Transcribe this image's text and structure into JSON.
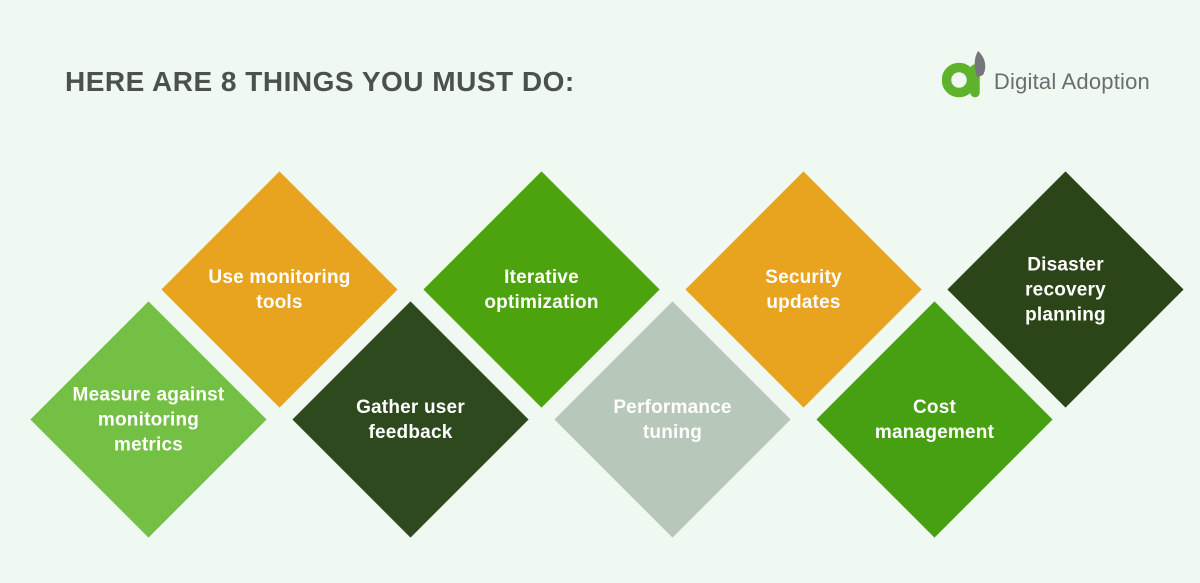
{
  "header": {
    "title": "HERE ARE 8 THINGS YOU MUST DO:"
  },
  "logo": {
    "text": "Digital Adoption",
    "icon": "digital-adoption-a-leaf-icon",
    "icon_green": "#5fb32c",
    "icon_gray": "#75777a",
    "text_color": "#6b6d70"
  },
  "colors": {
    "background": "#eff8f1",
    "title_text": "#4d514e",
    "diamond_text": "#ffffff"
  },
  "diamonds": {
    "count": 8,
    "items": [
      {
        "label": "Measure against\nmonitoring\nmetrics",
        "color": "#74c044",
        "row": "bottom"
      },
      {
        "label": "Use monitoring\ntools",
        "color": "#e9a41f",
        "row": "top"
      },
      {
        "label": "Gather user\nfeedback",
        "color": "#2e491d",
        "row": "bottom"
      },
      {
        "label": "Iterative\noptimization",
        "color": "#4da30d",
        "row": "top"
      },
      {
        "label": "Performance\ntuning",
        "color": "#b7c8ba",
        "row": "bottom"
      },
      {
        "label": "Security\nupdates",
        "color": "#e9a41f",
        "row": "top"
      },
      {
        "label": "Cost\nmanagement",
        "color": "#47a012",
        "row": "bottom"
      },
      {
        "label": "Disaster\nrecovery\nplanning",
        "color": "#2b4519",
        "row": "top"
      }
    ]
  }
}
